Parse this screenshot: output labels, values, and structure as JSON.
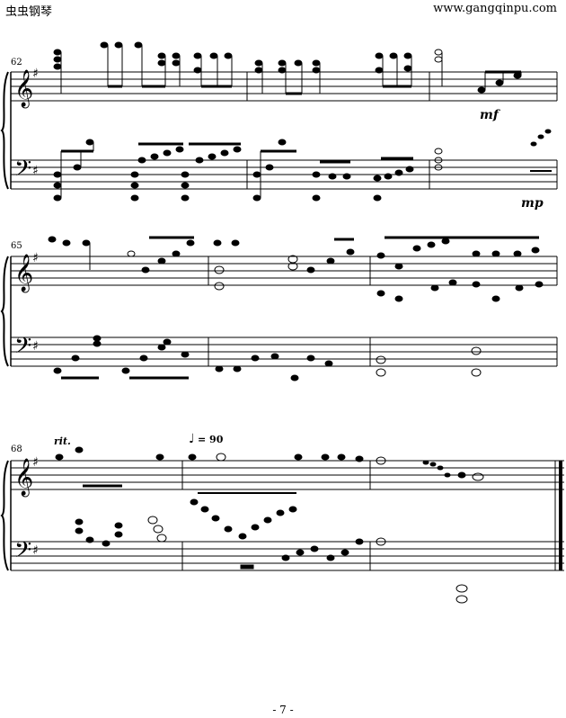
{
  "header": {
    "site_name": "虫虫钢琴",
    "site_url": "www.gangqinpu.com"
  },
  "systems": [
    {
      "measure_number": "62",
      "dynamics": [
        "mf",
        "mp"
      ]
    },
    {
      "measure_number": "65",
      "dynamics": []
    },
    {
      "measure_number": "68",
      "tempo_text": "rit.",
      "metronome": "= 90"
    }
  ],
  "page_number": "- 7 -"
}
